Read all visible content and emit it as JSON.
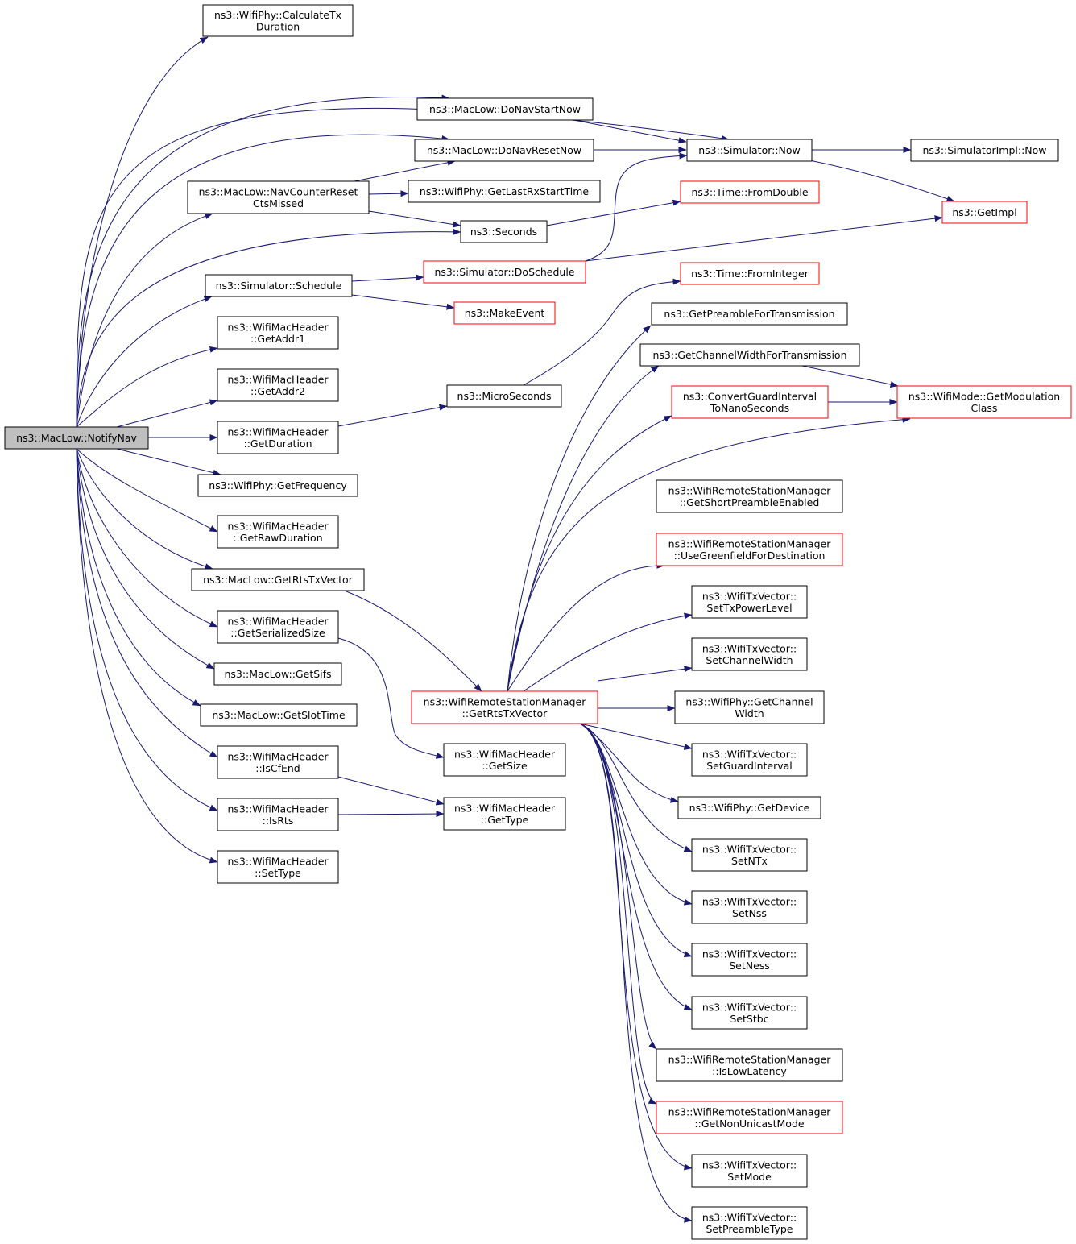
{
  "colors": {
    "edge": "#191970",
    "node_border": "#000000",
    "node_border_incomplete": "#ff0000",
    "root_fill": "#bfbfbf",
    "node_fill": "#ffffff"
  },
  "nodes": {
    "root": [
      "ns3::MacLow::NotifyNav"
    ],
    "calcTx": [
      "ns3::WifiPhy::CalculateTx",
      "Duration"
    ],
    "navStart": [
      "ns3::MacLow::DoNavStartNow"
    ],
    "navReset": [
      "ns3::MacLow::DoNavResetNow"
    ],
    "simNow": [
      "ns3::Simulator::Now"
    ],
    "implNow": [
      "ns3::SimulatorImpl::Now"
    ],
    "navCts": [
      "ns3::MacLow::NavCounterReset",
      "CtsMissed"
    ],
    "lastRx": [
      "ns3::WifiPhy::GetLastRxStartTime"
    ],
    "fromDouble": [
      "ns3::Time::FromDouble"
    ],
    "getImpl": [
      "ns3::GetImpl"
    ],
    "seconds": [
      "ns3::Seconds"
    ],
    "doSchedule": [
      "ns3::Simulator::DoSchedule"
    ],
    "schedule": [
      "ns3::Simulator::Schedule"
    ],
    "fromInteger": [
      "ns3::Time::FromInteger"
    ],
    "makeEvent": [
      "ns3::MakeEvent"
    ],
    "getAddr1": [
      "ns3::WifiMacHeader",
      "::GetAddr1"
    ],
    "preamble": [
      "ns3::GetPreambleForTransmission"
    ],
    "getAddr2": [
      "ns3::WifiMacHeader",
      "::GetAddr2"
    ],
    "chWidthTx": [
      "ns3::GetChannelWidthForTransmission"
    ],
    "microSec": [
      "ns3::MicroSeconds"
    ],
    "convGI": [
      "ns3::ConvertGuardInterval",
      "ToNanoSeconds"
    ],
    "modClass": [
      "ns3::WifiMode::GetModulation",
      "Class"
    ],
    "getDuration": [
      "ns3::WifiMacHeader",
      "::GetDuration"
    ],
    "getFreq": [
      "ns3::WifiPhy::GetFrequency"
    ],
    "shortPre": [
      "ns3::WifiRemoteStationManager",
      "::GetShortPreambleEnabled"
    ],
    "rawDur": [
      "ns3::WifiMacHeader",
      "::GetRawDuration"
    ],
    "greenfield": [
      "ns3::WifiRemoteStationManager",
      "::UseGreenfieldForDestination"
    ],
    "rtsTxMac": [
      "ns3::MacLow::GetRtsTxVector"
    ],
    "txPower": [
      "ns3::WifiTxVector::",
      "SetTxPowerLevel"
    ],
    "serSize": [
      "ns3::WifiMacHeader",
      "::GetSerializedSize"
    ],
    "setChW": [
      "ns3::WifiTxVector::",
      "SetChannelWidth"
    ],
    "sifs": [
      "ns3::MacLow::GetSifs"
    ],
    "rtsTxMgr": [
      "ns3::WifiRemoteStationManager",
      "::GetRtsTxVector"
    ],
    "phyChW": [
      "ns3::WifiPhy::GetChannel",
      "Width"
    ],
    "slot": [
      "ns3::MacLow::GetSlotTime"
    ],
    "getSize": [
      "ns3::WifiMacHeader",
      "::GetSize"
    ],
    "setGI": [
      "ns3::WifiTxVector::",
      "SetGuardInterval"
    ],
    "isCfEnd": [
      "ns3::WifiMacHeader",
      "::IsCfEnd"
    ],
    "getDevice": [
      "ns3::WifiPhy::GetDevice"
    ],
    "isRts": [
      "ns3::WifiMacHeader",
      "::IsRts"
    ],
    "getType": [
      "ns3::WifiMacHeader",
      "::GetType"
    ],
    "setType": [
      "ns3::WifiMacHeader",
      "::SetType"
    ],
    "setNTx": [
      "ns3::WifiTxVector::",
      "SetNTx"
    ],
    "setNss": [
      "ns3::WifiTxVector::",
      "SetNss"
    ],
    "setNess": [
      "ns3::WifiTxVector::",
      "SetNess"
    ],
    "setStbc": [
      "ns3::WifiTxVector::",
      "SetStbc"
    ],
    "lowLat": [
      "ns3::WifiRemoteStationManager",
      "::IsLowLatency"
    ],
    "nonUni": [
      "ns3::WifiRemoteStationManager",
      "::GetNonUnicastMode"
    ],
    "setMode": [
      "ns3::WifiTxVector::",
      "SetMode"
    ],
    "setPreType": [
      "ns3::WifiTxVector::",
      "SetPreambleType"
    ]
  }
}
